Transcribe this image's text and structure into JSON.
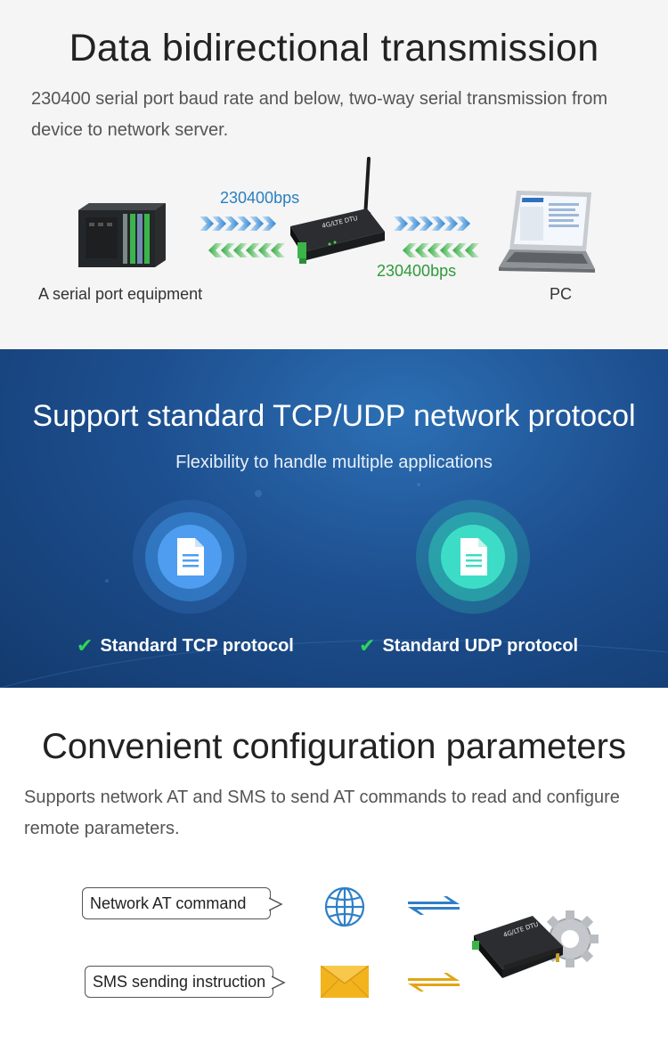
{
  "section1": {
    "title": "Data bidirectional transmission",
    "description": "230400 serial port baud rate and below, two-way serial transmission from device to network server.",
    "rate_top": "230400bps",
    "rate_bottom": "230400bps",
    "equipment_label": "A serial port equipment",
    "pc_label": "PC",
    "device_badge": "4G/LTE DTU",
    "colors": {
      "blue_arrow": "#3a8fd6",
      "green_arrow": "#3cb24a"
    }
  },
  "section2": {
    "title": "Support standard TCP/UDP network protocol",
    "subtitle": "Flexibility to handle multiple applications",
    "protocols": [
      {
        "label": "Standard TCP protocol",
        "icon": "document-icon",
        "color": "#3d8fe0"
      },
      {
        "label": "Standard UDP protocol",
        "icon": "document-icon",
        "color": "#2fc7b4"
      }
    ]
  },
  "section3": {
    "title": "Convenient configuration parameters",
    "description": "Supports network AT and SMS to send AT commands to read and configure remote parameters.",
    "bubbles": [
      {
        "label": "Network AT command",
        "icon": "globe-icon"
      },
      {
        "label": "SMS sending instruction",
        "icon": "envelope-icon"
      }
    ],
    "device_badge": "4G/LTE DTU",
    "colors": {
      "globe": "#2f7fc6",
      "envelope": "#f2b31c",
      "arrow_blue": "#2f7fc6",
      "arrow_gold": "#e3a514"
    }
  }
}
